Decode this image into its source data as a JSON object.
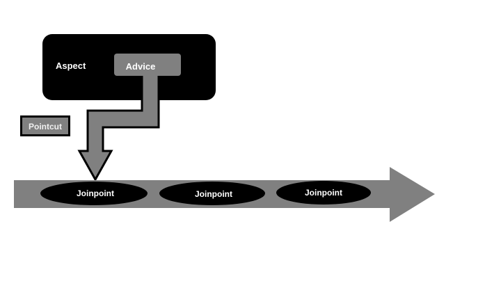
{
  "aspect": {
    "label": "Aspect"
  },
  "advice": {
    "label": "Advice"
  },
  "pointcut": {
    "label": "Pointcut"
  },
  "joinpoints": [
    {
      "label": "Joinpoint"
    },
    {
      "label": "Joinpoint"
    },
    {
      "label": "Joinpoint"
    }
  ],
  "colors": {
    "background": "#ffffff",
    "aspect_fill": "#000000",
    "advice_fill": "#808080",
    "arrow_fill": "#808080",
    "arrow_stroke": "#000000",
    "joinpoint_fill": "#000000",
    "label_light": "#ffffff",
    "label_pointcut": "#f0f0f0"
  }
}
